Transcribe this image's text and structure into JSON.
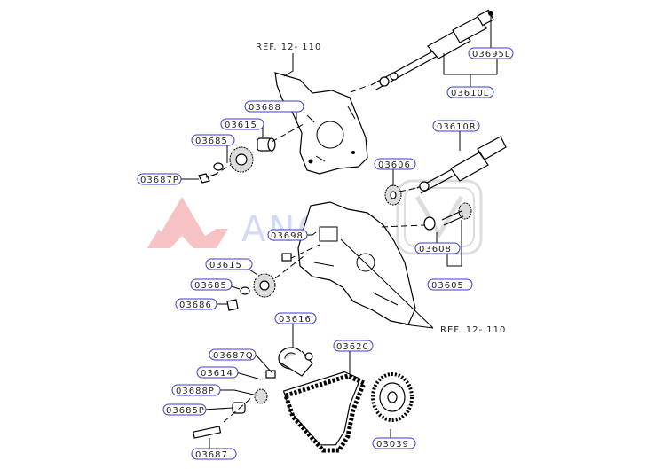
{
  "diagram": {
    "references": {
      "top": "REF. 12- 110",
      "middle": "REF. 12- 110"
    },
    "watermark": {
      "text": "ANGET",
      "logo_color": "#e8383d",
      "text_color": "#9ab0e6"
    },
    "parts": {
      "p03695L": "03695L",
      "p03610L": "03610L",
      "p03688": "03688",
      "p03615a": "03615",
      "p03685a": "03685",
      "p03687P": "03687P",
      "p03610R": "03610R",
      "p03606": "03606",
      "p03698": "03698",
      "p03608": "03608",
      "p03605": "03605",
      "p03615b": "03615",
      "p03685b": "03685",
      "p03686": "03686",
      "p03616": "03616",
      "p03687Q": "03687Q",
      "p03620": "03620",
      "p03614": "03614",
      "p03688P": "03688P",
      "p03685P": "03685P",
      "p03039": "03039",
      "p03687": "03687"
    },
    "colors": {
      "callout_border": "#3a3ad0",
      "line": "#000000"
    }
  }
}
